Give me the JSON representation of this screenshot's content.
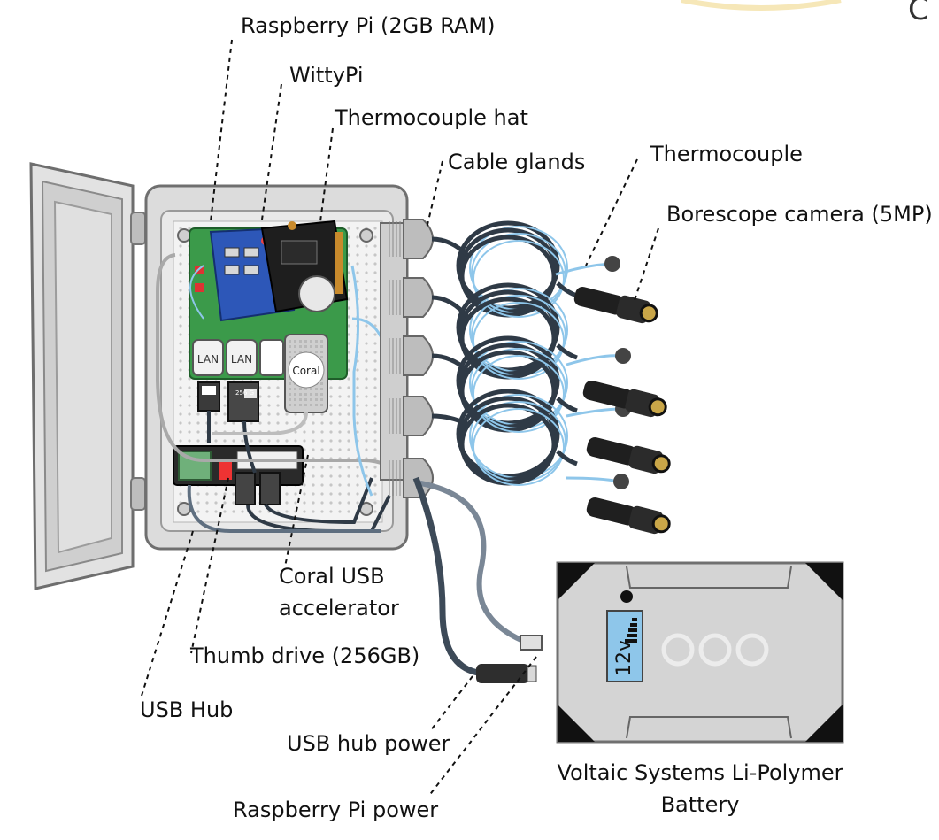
{
  "labels": {
    "raspberry_pi": "Raspberry Pi (2GB RAM)",
    "wittypi": "WittyPi",
    "thermocouple_hat": "Thermocouple hat",
    "cable_glands": "Cable glands",
    "thermocouple": "Thermocouple",
    "borescope_camera": "Borescope camera (5MP)",
    "coral_usb_line1": "Coral USB",
    "coral_usb_line2": "accelerator",
    "thumb_drive": "Thumb drive (256GB)",
    "usb_hub": "USB Hub",
    "usb_hub_power": "USB hub power",
    "raspberry_pi_power": "Raspberry Pi power",
    "battery_line1": "Voltaic Systems Li-Polymer",
    "battery_line2": "Battery",
    "corner_glyph": "C"
  },
  "device_text": {
    "coral_chip": "Coral",
    "thumb_capacity": "256 G",
    "battery_voltage": "12v"
  },
  "colors": {
    "enclosure": "#d9d9d9",
    "enclosure_outline": "#7a7a7a",
    "pcb_green": "#3b9a4a",
    "wittypi_blue": "#2d57b8",
    "hat_black": "#1e1e1e",
    "cable_blue": "#8ec6ea",
    "cable_dark": "#2f3a46",
    "battery_body": "#d4d4d4",
    "battery_screen": "#8ec6ea"
  }
}
